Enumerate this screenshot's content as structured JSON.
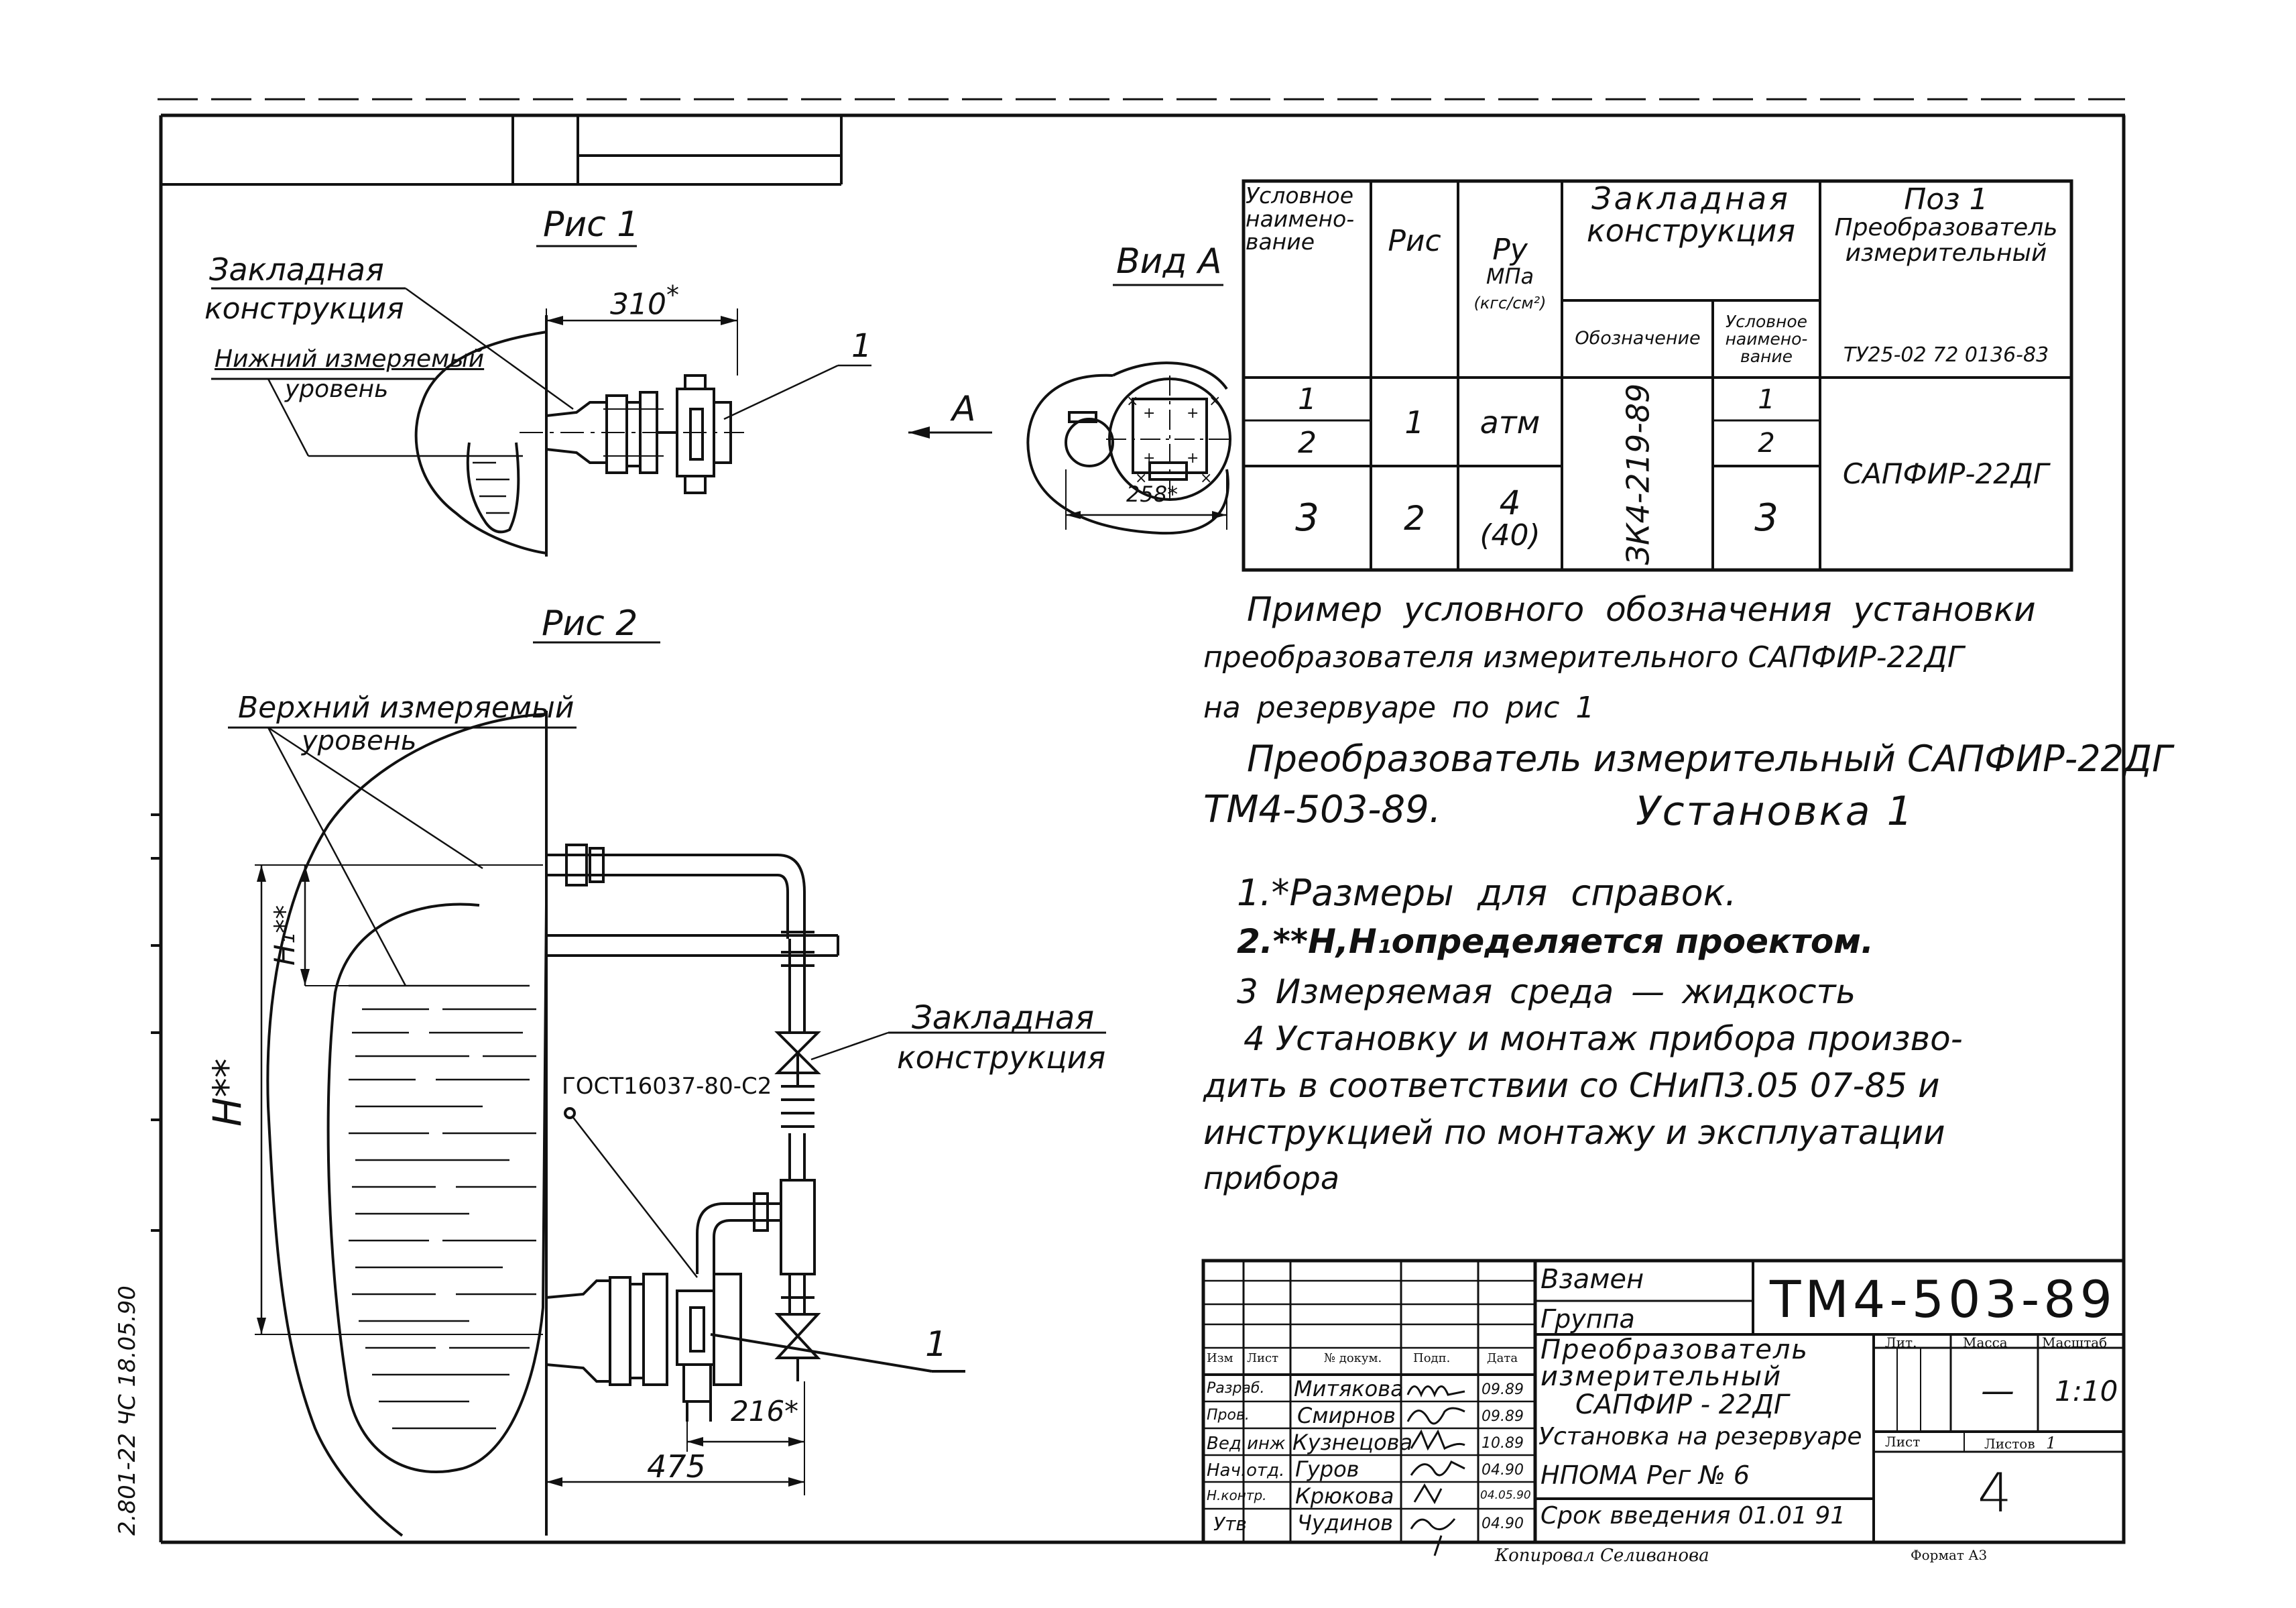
{
  "fig1": {
    "title": "Рис 1",
    "label_embedded": "Закладная конструкция",
    "label_embedded_l1": "Закладная",
    "label_embedded_l2": "конструкция",
    "label_lower_l1": "Нижний измеряемый",
    "label_lower_l2": "уровень",
    "dim_310": "310",
    "star": "*",
    "pos_1": "1",
    "arrow_A": "A"
  },
  "view_a": {
    "title": "Вид А",
    "dim_258": "258*"
  },
  "fig2": {
    "title": "Рис 2",
    "label_upper_l1": "Верхний измеряемый",
    "label_upper_l2": "уровень",
    "label_gost": "ГОСТ16037-80-С2",
    "label_embedded_l1": "Закладная",
    "label_embedded_l2": "конструкция",
    "dim_H": "H**",
    "dim_H1": "H₁**",
    "dim_216": "216*",
    "dim_475": "475",
    "pos_1": "1"
  },
  "table": {
    "headers": {
      "cond_name": [
        "Условное",
        "наимено-",
        "вание"
      ],
      "fig": "Рис",
      "py_l1": "Ру",
      "py_l2": "МПа",
      "py_l3": "(кгс/см²)",
      "embedded_l1": "Закладная",
      "embedded_l2": "конструкция",
      "designation": "Обозначение",
      "cond_name2": [
        "Условное",
        "наимено-",
        "вание"
      ],
      "pos1_l1": "Поз 1",
      "pos1_l2": "Преобразователь",
      "pos1_l3": "измерительный",
      "tu": "ТУ25-02 72 0136-83"
    },
    "rows": [
      {
        "cond": "1",
        "embedded_cond": "1"
      },
      {
        "cond": "2",
        "embedded_cond": "2"
      },
      {
        "cond": "3",
        "embedded_cond": "3"
      }
    ],
    "fig_values": [
      "1",
      "2"
    ],
    "py_values": [
      "атм",
      "4",
      "(40)"
    ],
    "designation_value": "ЗК4-219-89",
    "device": "САПФИР-22ДГ"
  },
  "notes": {
    "example_l1": "Пример условного обозначения установки",
    "example_l2": "преобразователя измерительного САПФИР-22ДГ",
    "example_l3": "на резервуаре по рис 1",
    "example_l4": "Преобразователь измерительный САПФИР-22ДГ",
    "example_l5a": "ТМ4-503-89.",
    "example_l5b": "Установка 1",
    "n1": "1.*Размеры для справок.",
    "n2": "2.**Н,Н₁определяется проектом.",
    "n3": "3 Измеряемая среда — жидкость",
    "n4_l1": "4 Установку и монтаж прибора произво-",
    "n4_l2": "дить в соответствии со СНиП3.05 07-85 и",
    "n4_l3": "инструкцией по монтажу и эксплуатации",
    "n4_l4": "прибора"
  },
  "title_block": {
    "replaces": "Взамен",
    "group": "Группа",
    "code": "ТМ4-503-89",
    "name_l1": "Преобразователь",
    "name_l2": "измерительный",
    "name_l3": "САПФИР - 22ДГ",
    "name_l4": "Установка на резервуаре",
    "org": "НПОМА Рег № 6",
    "deadline": "Срок введения 01.01 91",
    "col_heads": [
      "Изм",
      "Лист",
      "№ докум.",
      "Подп.",
      "Дата"
    ],
    "roles": [
      "Разраб.",
      "Пров.",
      "Вед.инж",
      "Нач.отд.",
      "Н.контр.",
      "Утв"
    ],
    "names": [
      "Митякова",
      "Смирнов",
      "Кузнецова",
      "Гуров",
      "Крюкова",
      "Чудинов"
    ],
    "dates": [
      "09.89",
      "09.89",
      "10.89",
      "04.90",
      "04.05.90",
      "04.90"
    ],
    "lit": "Лит.",
    "mass": "Масса",
    "scale": "Масштаб",
    "mass_value": "—",
    "scale_value": "1:10",
    "sheet_label": "Лист",
    "sheets_label": "Листов",
    "sheets_value": "1",
    "sheet_number": "4",
    "copied": "Копировал Селиванова",
    "format": "Формат А3"
  },
  "margin_stamp": "2.801-22 ЧС 18.05.90"
}
